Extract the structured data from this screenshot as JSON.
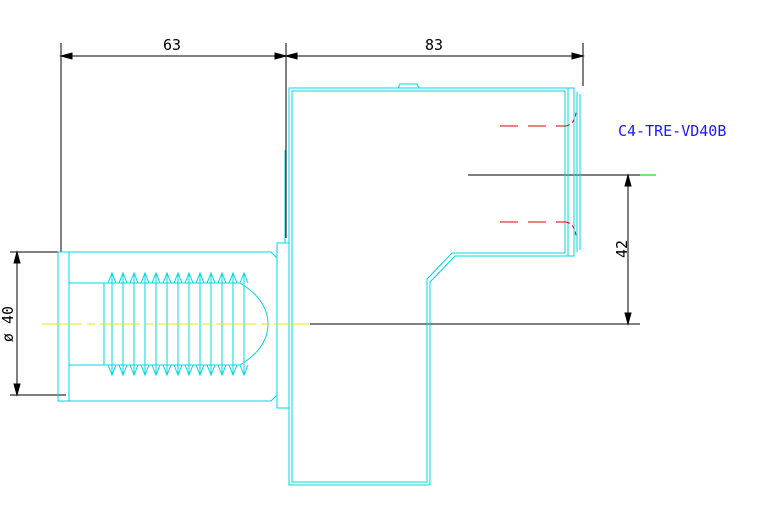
{
  "title_label": "C4-TRE-VD40B",
  "dimensions": {
    "top_left": "63",
    "top_right": "83",
    "right_vertical": "42",
    "left_diameter": "ø 40"
  },
  "colors": {
    "part_outline": "#00d8e0",
    "dimension": "#000000",
    "centerline": "#e8e800",
    "hidden_line": "#e00000",
    "label_text": "#1a1aff",
    "axis_mark": "#00c000"
  }
}
